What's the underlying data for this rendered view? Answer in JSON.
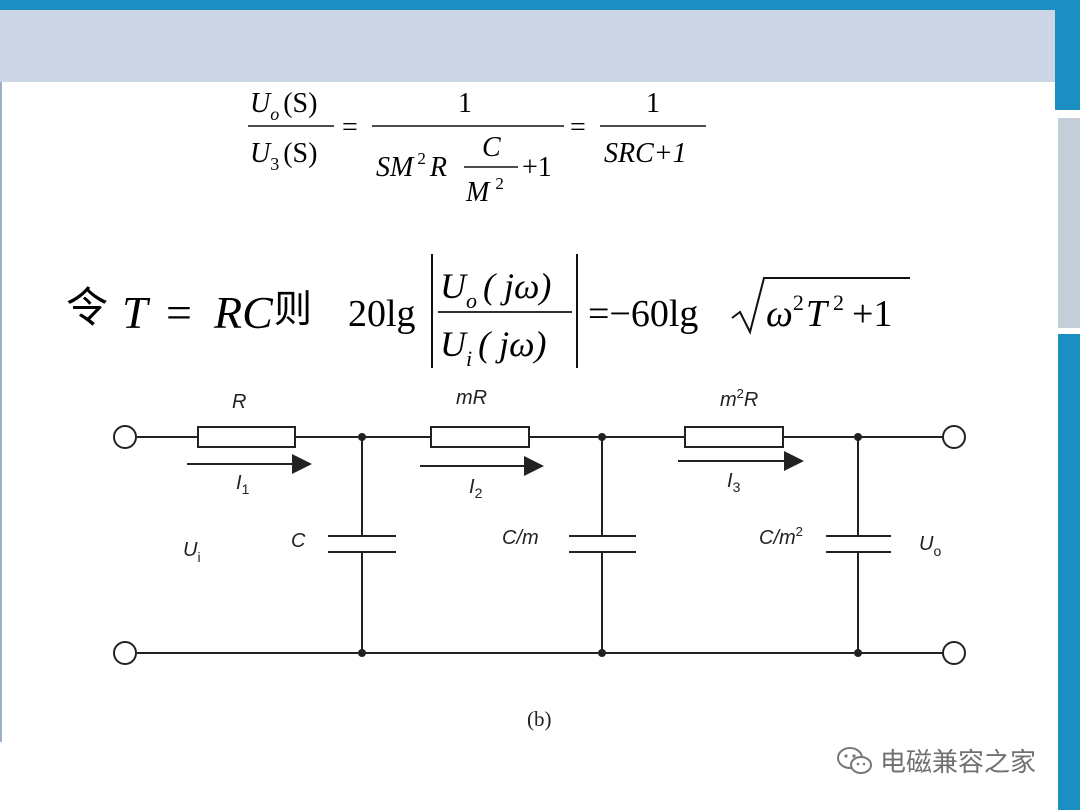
{
  "equation1": {
    "lhs_num_U": "U",
    "lhs_num_sub": "o",
    "lhs_num_arg": "(S)",
    "lhs_den_U": "U",
    "lhs_den_sub": "3",
    "lhs_den_arg": "(S)",
    "eq": "=",
    "mid_num": "1",
    "mid_den_a": "SM",
    "mid_den_sup": "2",
    "mid_den_b": "R",
    "mid_inner_num": "C",
    "mid_inner_den": "M",
    "mid_inner_sup": "2",
    "mid_den_plus": "+1",
    "eq2": "=",
    "rhs_num": "1",
    "rhs_den": "SRC+1"
  },
  "equation2": {
    "let": "令",
    "T": "T",
    "eq": "=",
    "RC": "RC",
    "then": "则",
    "prefix": "20lg",
    "num_U": "U",
    "num_sub": "o",
    "num_arg": "( jω)",
    "den_U": "U",
    "den_sub": "i",
    "den_arg": "( jω)",
    "eq2": "=−60lg",
    "root_omega": "ω",
    "root_sup1": "2",
    "root_T": "T",
    "root_sup2": "2",
    "root_plus": "+1"
  },
  "circuit": {
    "r1": {
      "label": "R"
    },
    "r2": {
      "label_a": "mR"
    },
    "r3": {
      "label_a": "m",
      "label_sup": "2",
      "label_b": "R"
    },
    "i1": {
      "label": "I",
      "sub": "1"
    },
    "i2": {
      "label": "I",
      "sub": "2"
    },
    "i3": {
      "label": "I",
      "sub": "3"
    },
    "c1": {
      "label": "C"
    },
    "c2": {
      "label": "C/m"
    },
    "c3": {
      "label_a": "C/m",
      "label_sup": "2"
    },
    "ui": {
      "label": "U",
      "sub": "i"
    },
    "uo": {
      "label": "U",
      "sub": "o"
    },
    "caption": "(b)"
  },
  "watermark": {
    "text": "电磁兼容之家",
    "icon": "wechat-icon"
  },
  "colors": {
    "accent": "#1b8fc2",
    "header": "#ccd6e4",
    "ink": "#111111"
  }
}
